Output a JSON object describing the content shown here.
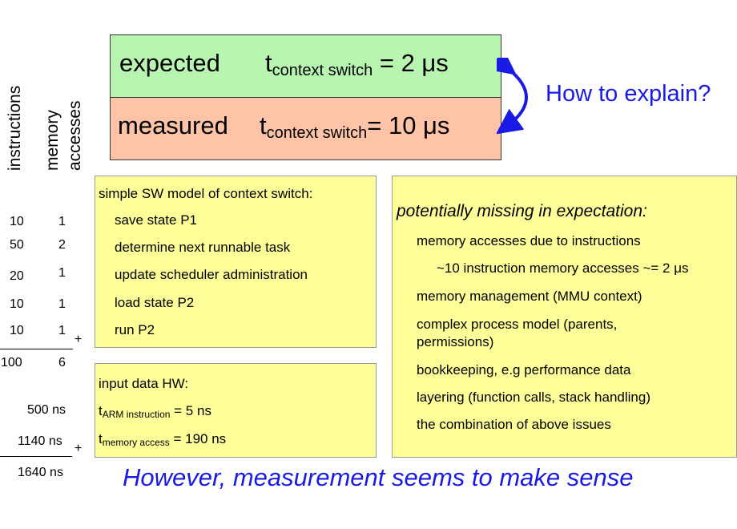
{
  "comparison": {
    "expected": {
      "label": "expected",
      "t": "t",
      "subscript": "context switch",
      "value": " = 2 μs"
    },
    "measured": {
      "label": "measured",
      "t": "t",
      "subscript": "context switch",
      "value": "= 10 μs"
    }
  },
  "question": "How to explain?",
  "table": {
    "headers": [
      "instructions",
      "memory",
      "accesses"
    ],
    "rows": [
      {
        "instructions": "10",
        "memory": "1"
      },
      {
        "instructions": "50",
        "memory": "2"
      },
      {
        "instructions": "20",
        "memory": "1"
      },
      {
        "instructions": "10",
        "memory": "1"
      },
      {
        "instructions": "10",
        "memory": "1"
      }
    ],
    "plus": "+",
    "totals": {
      "instructions": "100",
      "memory": "6"
    },
    "time_instructions": "500 ns",
    "time_memory": "1140 ns",
    "time_total": "1640 ns"
  },
  "sw_model": {
    "title": "simple SW model of context switch:",
    "steps": [
      "save state P1",
      "determine next runnable task",
      "update scheduler administration",
      "load state P2",
      "run P2"
    ]
  },
  "hw_input": {
    "title": "input data HW:",
    "arm": {
      "t": "t",
      "subscript": "ARM instruction",
      "value": " = 5 ns"
    },
    "mem": {
      "t": "t",
      "subscript": "memory access",
      "value": " = 190 ns"
    }
  },
  "missing": {
    "title": "potentially missing in expectation:",
    "items": [
      "memory accesses due to instructions",
      "~10 instruction memory accesses ~= 2 μs",
      "memory management (MMU context)",
      "complex process model (parents,",
      "permissions)",
      "bookkeeping, e.g performance data",
      "layering (function calls, stack handling)",
      "the combination of above issues"
    ]
  },
  "conclusion": "However, measurement seems to make sense",
  "colors": {
    "expected_bg": "#b8f5b0",
    "measured_bg": "#ffc4a8",
    "note_bg": "#ffff99",
    "accent_blue": "#1a1ae6"
  }
}
